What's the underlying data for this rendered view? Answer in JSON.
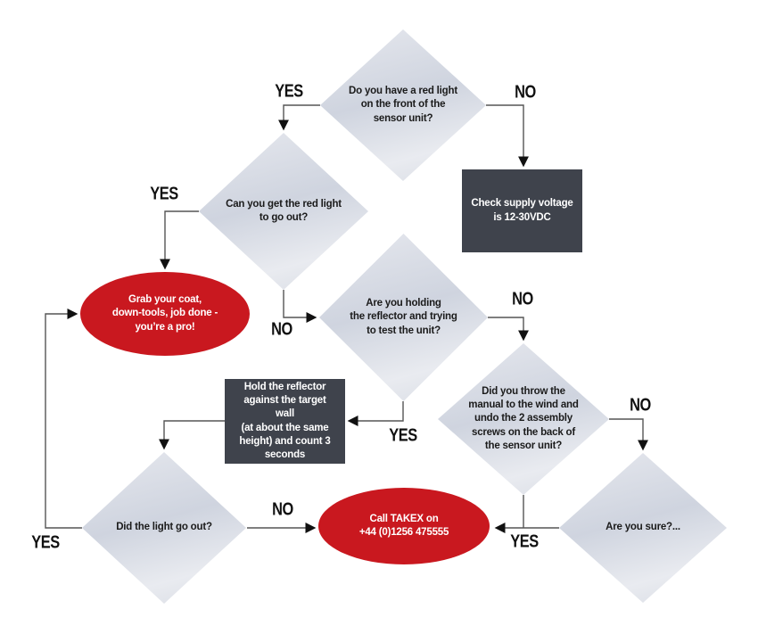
{
  "flowchart": {
    "colors": {
      "decision_fill_light": "#e9ebf0",
      "decision_fill_dark": "#cfd4df",
      "action_fill": "#3f434c",
      "terminal_fill": "#c9181f",
      "connector_line": "#555555",
      "arrowhead": "#111111",
      "decision_text": "#1b1b1b",
      "box_text": "#ffffff",
      "label_text": "#111111"
    },
    "nodes": {
      "q_red_light": {
        "type": "decision",
        "text": "Do you have a red light\non the front of the\nsensor unit?"
      },
      "a_check_voltage": {
        "type": "action",
        "text": "Check supply voltage\nis 12-30VDC"
      },
      "q_light_go_out": {
        "type": "decision",
        "text": "Can you get the red light\nto go out?"
      },
      "t_job_done": {
        "type": "terminal",
        "text": "Grab your coat,\ndown-tools, job done -\nyou’re a pro!"
      },
      "q_holding_reflector": {
        "type": "decision",
        "text": "Are you holding\nthe reflector and trying\nto test the unit?"
      },
      "q_undo_screws": {
        "type": "decision",
        "text": "Did you throw the\nmanual to the wind and\nundo the 2 assembly\nscrews on the back of\nthe sensor unit?"
      },
      "a_hold_reflector": {
        "type": "action",
        "text": "Hold the reflector\nagainst the target wall\n(at about the same\nheight) and count 3\nseconds"
      },
      "q_did_light_go_out": {
        "type": "decision",
        "text": "Did the light go out?"
      },
      "q_are_you_sure": {
        "type": "decision",
        "text": "Are you sure?..."
      },
      "t_call_takex": {
        "type": "terminal",
        "text": "Call TAKEX on\n+44 (0)1256 475555"
      }
    },
    "edge_labels": {
      "red_light_yes": "YES",
      "red_light_no": "NO",
      "light_go_out_yes": "YES",
      "light_go_out_no": "NO",
      "holding_reflector_no": "NO",
      "holding_reflector_yes": "YES",
      "undo_screws_no": "NO",
      "did_light_go_out_yes": "YES",
      "did_light_go_out_no": "NO",
      "are_you_sure_yes": "YES"
    }
  }
}
